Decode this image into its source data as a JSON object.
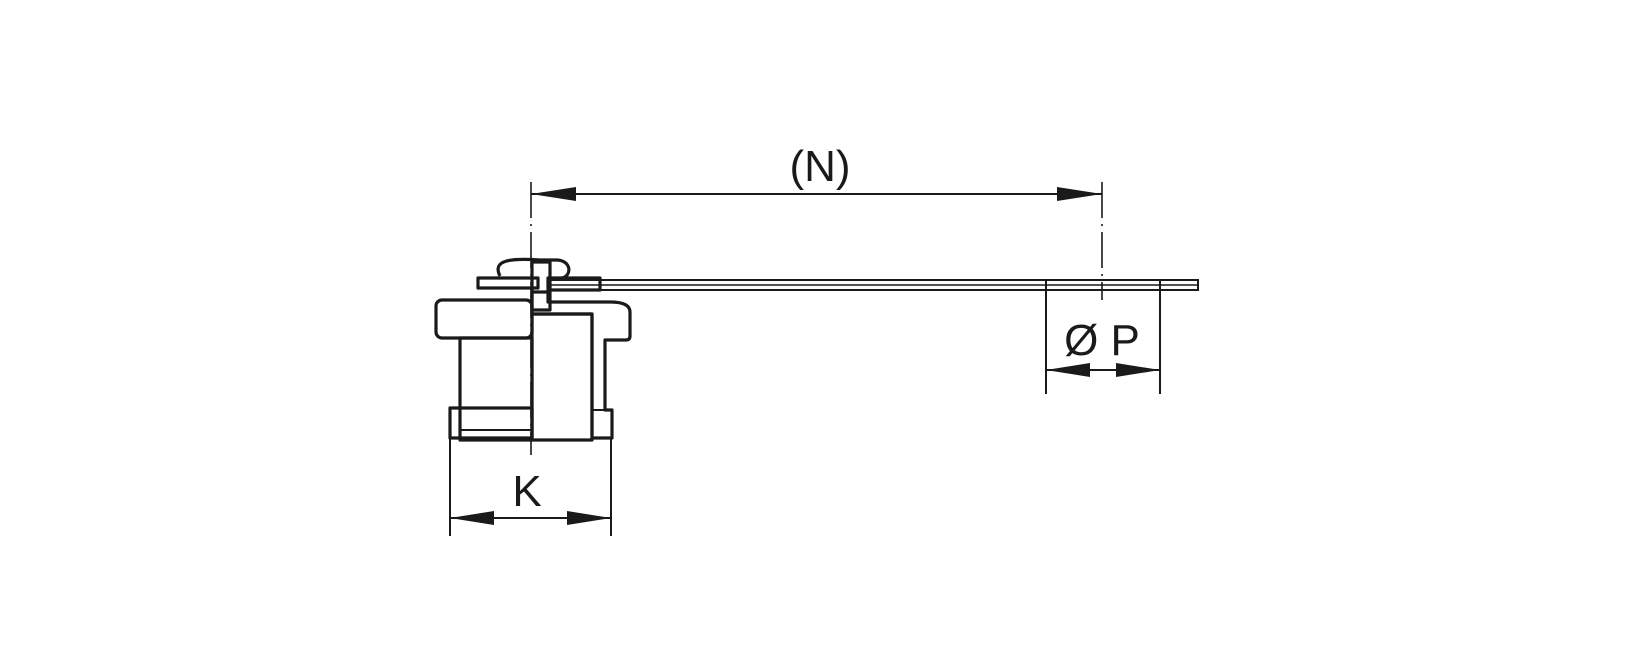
{
  "dimensions": {
    "n_label": "(N)",
    "k_label": "K",
    "p_label": "Ø P"
  },
  "colors": {
    "line": "#1a1a1a",
    "background": "#ffffff"
  }
}
